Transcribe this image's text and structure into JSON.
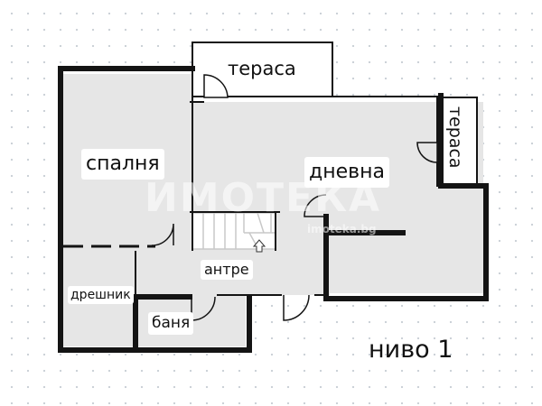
{
  "plan": {
    "rooms": {
      "terrace_top": "тераса",
      "terrace_right": "тераса",
      "bedroom": "спалня",
      "living": "дневна",
      "hall": "антре",
      "closet": "дрешник",
      "bathroom": "баня"
    },
    "level": "ниво 1",
    "watermark": {
      "brand": "ИМОТЕКА",
      "domain": "imoteka.bg"
    },
    "colors": {
      "wall": "#141414",
      "floor": "#e6e6e6",
      "stair_edge": "#c8c8c8"
    }
  }
}
